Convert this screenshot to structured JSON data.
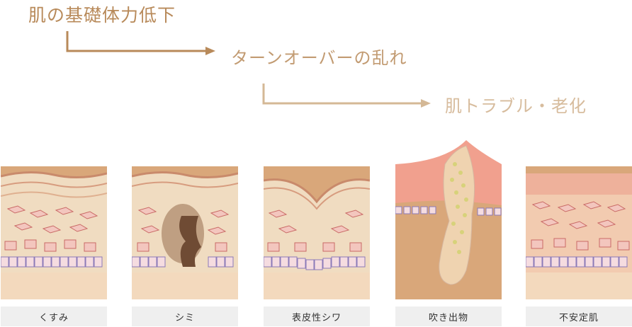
{
  "flow": {
    "step1": "肌の基礎体力低下",
    "step2": "ターンオーバーの乱れ",
    "step3": "肌トラブル・老化"
  },
  "colors": {
    "step1": "#b88a5a",
    "step2": "#c29b72",
    "step3": "#d7bc9d",
    "caption_bg": "#efefef",
    "skin_top": "#f1dcc0",
    "skin_base": "#d9a77a"
  },
  "panels": [
    {
      "label": "くすみ"
    },
    {
      "label": "シミ"
    },
    {
      "label": "表皮性シワ"
    },
    {
      "label": "吹き出物"
    },
    {
      "label": "不安定肌"
    }
  ]
}
